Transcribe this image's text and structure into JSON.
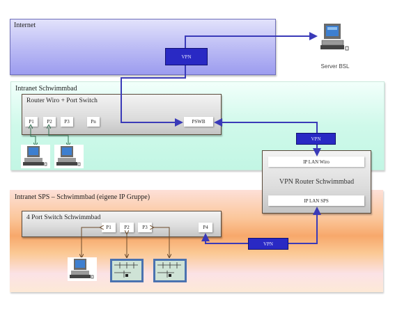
{
  "zones": {
    "internet": {
      "label": "Internet"
    },
    "intranet": {
      "label": "Intranet  Schwimmbad"
    },
    "sps": {
      "label": "Intranet  SPS – Schwimmbad  (eigene  IP Gruppe)"
    }
  },
  "server": {
    "label": "Server BSL"
  },
  "router_wiro": {
    "title": "Router  Wiro  + Port Switch",
    "ports": [
      "P1",
      "P2",
      "P3",
      "Pn"
    ],
    "uplink_port": "PSWB"
  },
  "vpn_router": {
    "title": "VPN Router  Schwimmbad",
    "lan_wiro": "IP LAN Wiro",
    "lan_sps": "IP LAN SPS"
  },
  "sps_switch": {
    "title": "4 Port Switch  Schwimmbad",
    "ports": [
      "P1",
      "P2",
      "P3",
      "P4"
    ]
  },
  "vpn_labels": {
    "internet": "VPN",
    "intranet": "VPN",
    "sps": "VPN"
  },
  "colors": {
    "vpn_line": "#3a3ab8",
    "local_line_green": "#2f6f4f",
    "local_line_brown": "#6b4a2a"
  }
}
